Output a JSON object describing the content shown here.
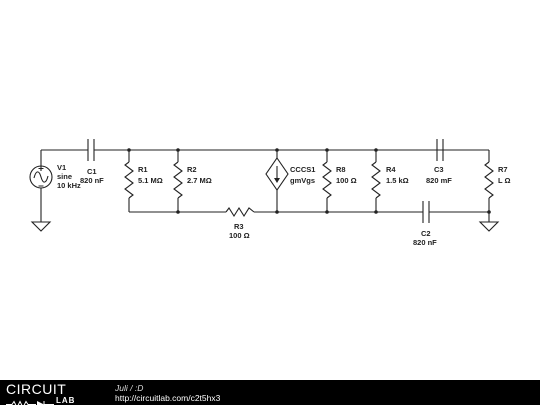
{
  "components": {
    "V1": {
      "name": "V1",
      "type": "sine",
      "value": "10 kHz"
    },
    "C1": {
      "name": "C1",
      "value": "820 nF"
    },
    "R1": {
      "name": "R1",
      "value": "5.1 MΩ"
    },
    "R2": {
      "name": "R2",
      "value": "2.7 MΩ"
    },
    "R3": {
      "name": "R3",
      "value": "100 Ω"
    },
    "CCCS1": {
      "name": "CCCS1",
      "value": "gmVgs"
    },
    "R8": {
      "name": "R8",
      "value": "100 Ω"
    },
    "R4": {
      "name": "R4",
      "value": "1.5 kΩ"
    },
    "C3": {
      "name": "C3",
      "value": "820 mF"
    },
    "R7": {
      "name": "R7",
      "value": "L Ω"
    },
    "C2": {
      "name": "C2",
      "value": "820 nF"
    }
  },
  "footer": {
    "logo_top": "CIRCUIT",
    "logo_bottom": "LAB",
    "author_line": "Juli / :D",
    "url": "http://circuitlab.com/c2t5hx3"
  }
}
